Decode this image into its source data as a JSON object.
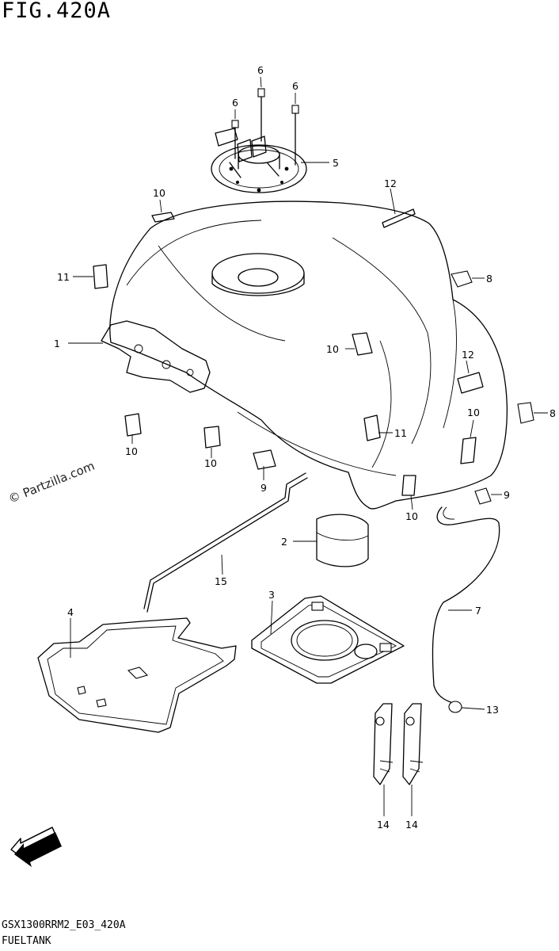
{
  "figure": {
    "title": "FIG.420A",
    "copyright": "© Partzilla.com",
    "footer_code": "GSX1300RRM2_E03_420A",
    "footer_name": "FUELTANK",
    "fwd_label": "FWD"
  },
  "callouts": [
    {
      "id": "c1",
      "label": "1"
    },
    {
      "id": "c2",
      "label": "2"
    },
    {
      "id": "c3",
      "label": "3"
    },
    {
      "id": "c4",
      "label": "4"
    },
    {
      "id": "c5",
      "label": "5"
    },
    {
      "id": "c6a",
      "label": "6"
    },
    {
      "id": "c6b",
      "label": "6"
    },
    {
      "id": "c6c",
      "label": "6"
    },
    {
      "id": "c7",
      "label": "7"
    },
    {
      "id": "c8a",
      "label": "8"
    },
    {
      "id": "c8b",
      "label": "8"
    },
    {
      "id": "c9a",
      "label": "9"
    },
    {
      "id": "c9b",
      "label": "9"
    },
    {
      "id": "c10a",
      "label": "10"
    },
    {
      "id": "c10b",
      "label": "10"
    },
    {
      "id": "c10c",
      "label": "10"
    },
    {
      "id": "c10d",
      "label": "10"
    },
    {
      "id": "c10e",
      "label": "10"
    },
    {
      "id": "c10f",
      "label": "10"
    },
    {
      "id": "c11a",
      "label": "11"
    },
    {
      "id": "c11b",
      "label": "11"
    },
    {
      "id": "c12a",
      "label": "12"
    },
    {
      "id": "c12b",
      "label": "12"
    },
    {
      "id": "c13",
      "label": "13"
    },
    {
      "id": "c14a",
      "label": "14"
    },
    {
      "id": "c14b",
      "label": "14"
    },
    {
      "id": "c15",
      "label": "15"
    }
  ]
}
